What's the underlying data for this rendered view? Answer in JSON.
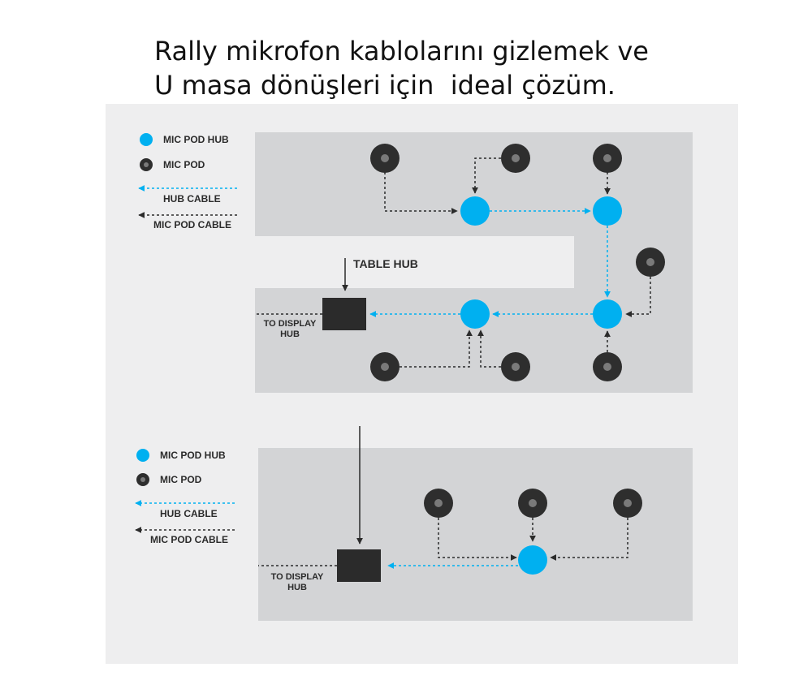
{
  "title": {
    "line1": "Rally mikrofon kablolarını gizlemek ve",
    "line2": "U masa dönüşleri için  ideal çözüm."
  },
  "colors": {
    "hub": "#00b0f0",
    "pod": "#2e2e2e",
    "pod_center": "#7a7a7a",
    "table": "#d3d4d6",
    "panel": "#eeeeef",
    "table_hub": "#2b2b2b"
  },
  "top_diagram": {
    "legend": {
      "mic_pod_hub": "MIC POD HUB",
      "mic_pod": "MIC POD",
      "hub_cable": "HUB CABLE",
      "mic_pod_cable": "MIC POD CABLE"
    },
    "table_hub_label": "TABLE HUB",
    "to_display_hub_line1": "TO DISPLAY",
    "to_display_hub_line2": "HUB"
  },
  "bottom_diagram": {
    "legend": {
      "mic_pod_hub": "MIC POD HUB",
      "mic_pod": "MIC POD",
      "hub_cable": "HUB CABLE",
      "mic_pod_cable": "MIC POD CABLE"
    },
    "to_display_hub_line1": "TO DISPLAY",
    "to_display_hub_line2": "HUB"
  }
}
